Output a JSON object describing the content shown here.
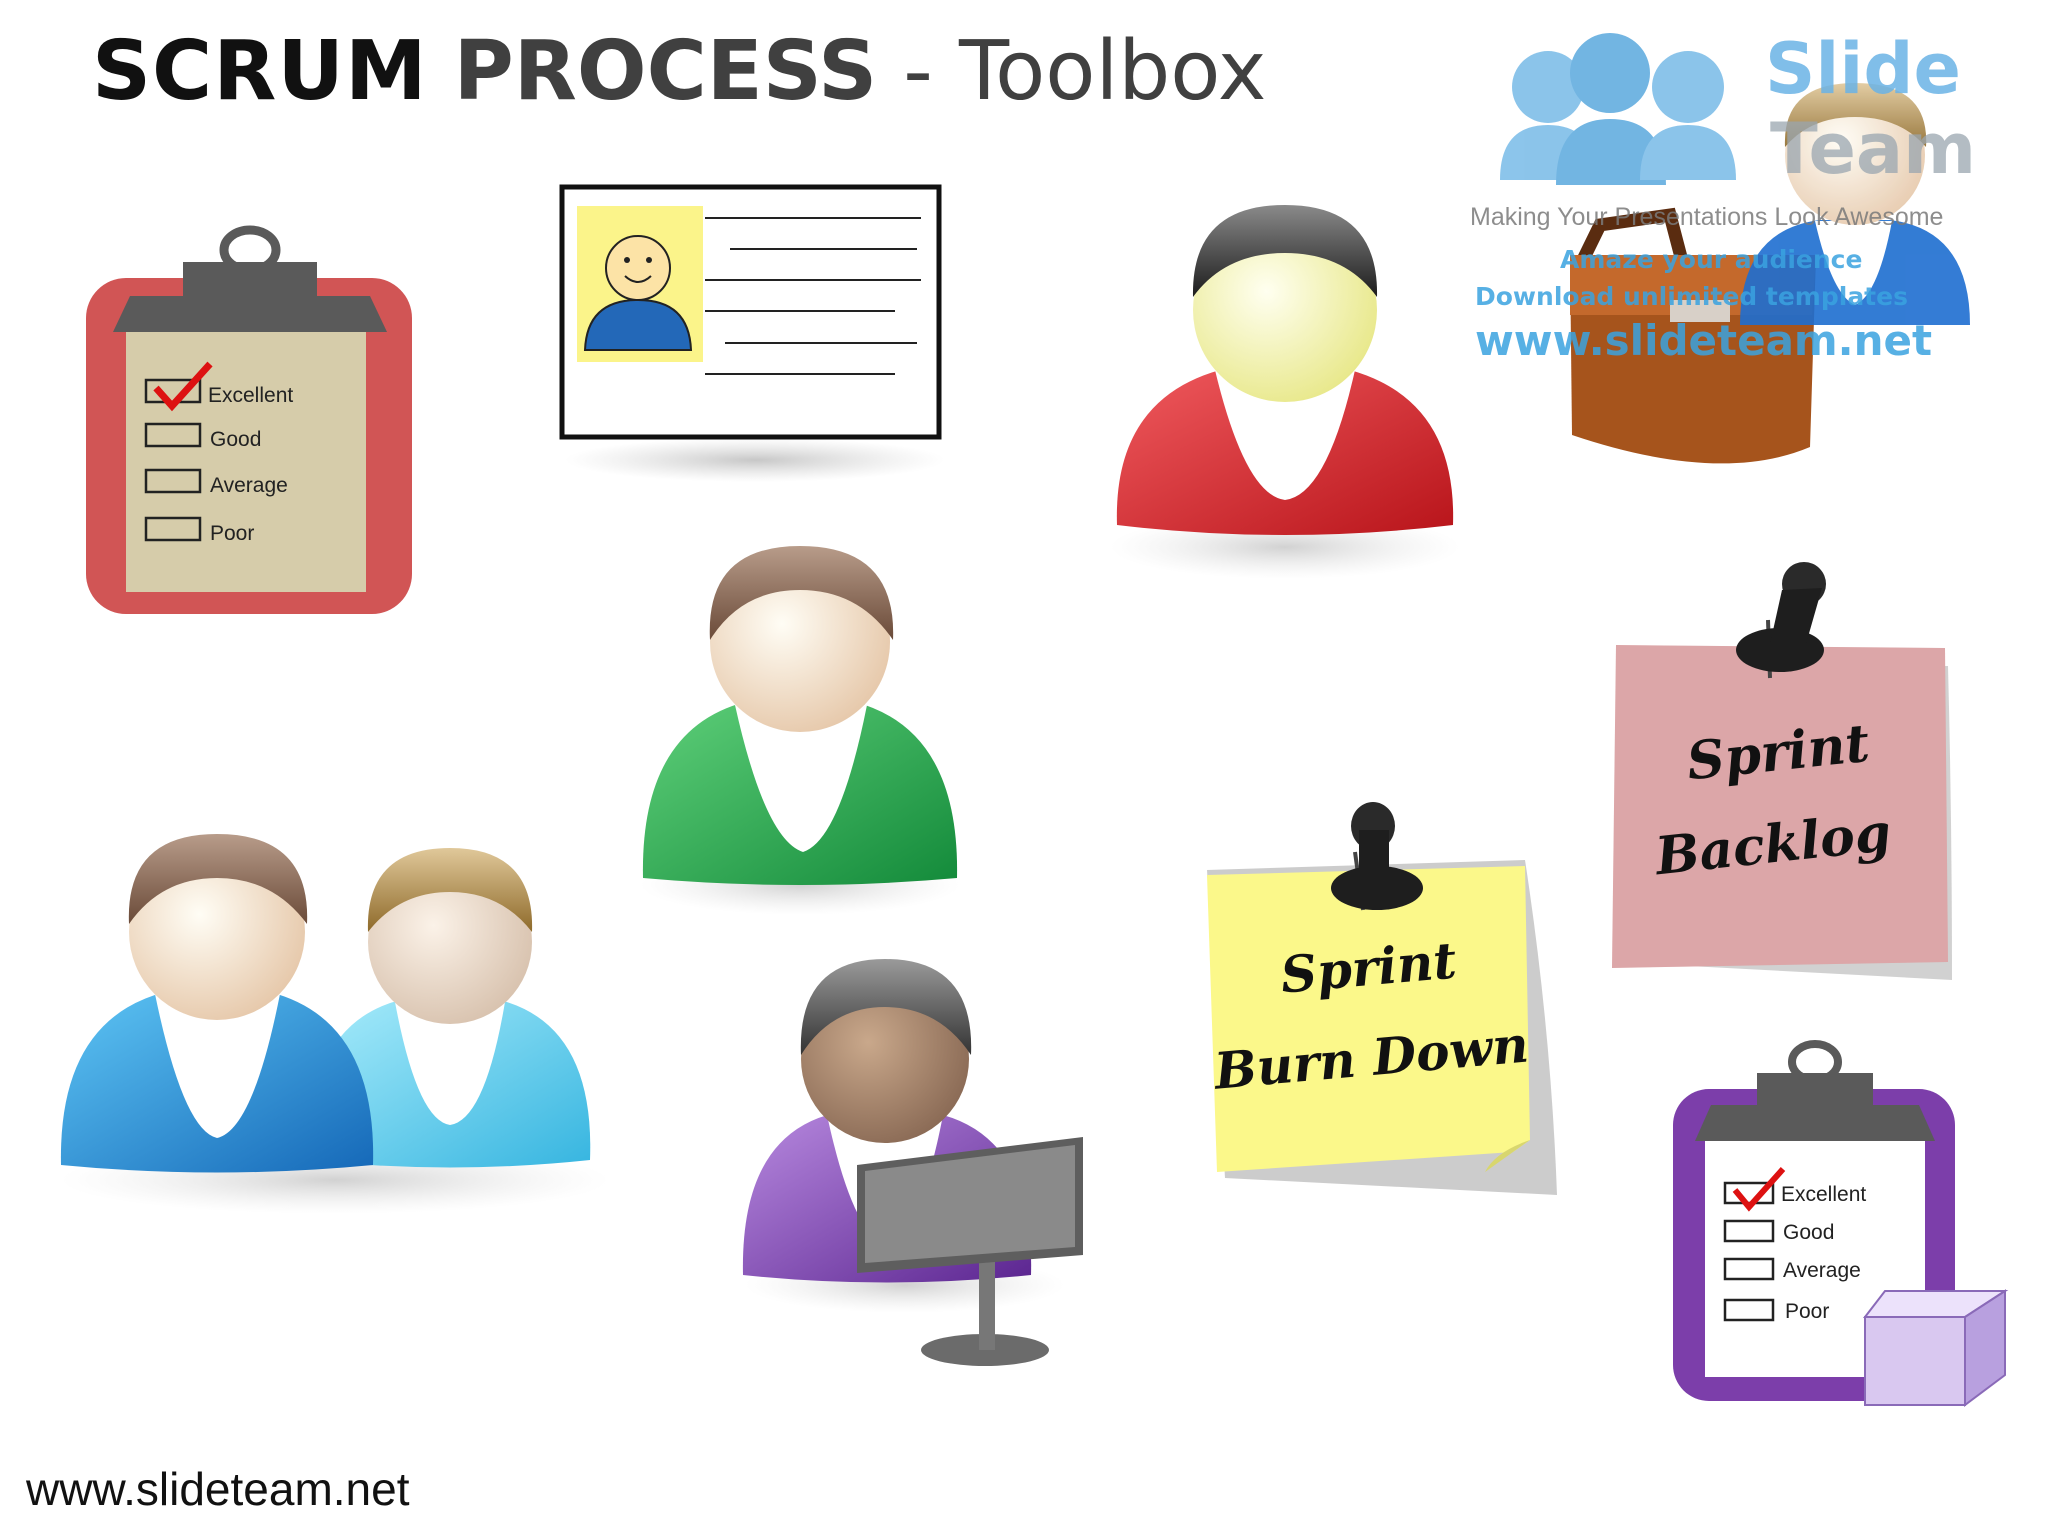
{
  "slide": {
    "title_bold": "SCRUM",
    "title_mid": "PROCESS",
    "title_sep": " - ",
    "title_light": "Toolbox",
    "footer_url": "www.slideteam.net"
  },
  "clipboard_red": {
    "options": [
      "Excellent",
      "Good",
      "Average",
      "Poor"
    ],
    "checked_index": 0,
    "color": "#d15555"
  },
  "clipboard_purple": {
    "options": [
      "Excellent",
      "Good",
      "Average",
      "Poor"
    ],
    "checked_index": 0,
    "color": "#7c3eaa"
  },
  "sticky_yellow": {
    "line1": "Sprint",
    "line2": "Burn Down",
    "color": "#fbf88a"
  },
  "sticky_pink": {
    "line1": "Sprint",
    "line2": "Backlog",
    "color": "#d89a9c"
  },
  "watermark": {
    "brand_line1": "Slide",
    "brand_line2": "Team",
    "tagline": "Making Your Presentations Look Awesome",
    "promo_line1": "Amaze your audience",
    "promo_line2": "Download unlimited templates",
    "promo_url": "www.slideteam.net"
  },
  "colors": {
    "person_red": "#d9282e",
    "person_green": "#25a84a",
    "person_blue": "#1e8fd8",
    "person_lightblue": "#5fd3f2",
    "person_purple": "#7a3ab0",
    "watermark_blue": "#3aa3e0"
  }
}
